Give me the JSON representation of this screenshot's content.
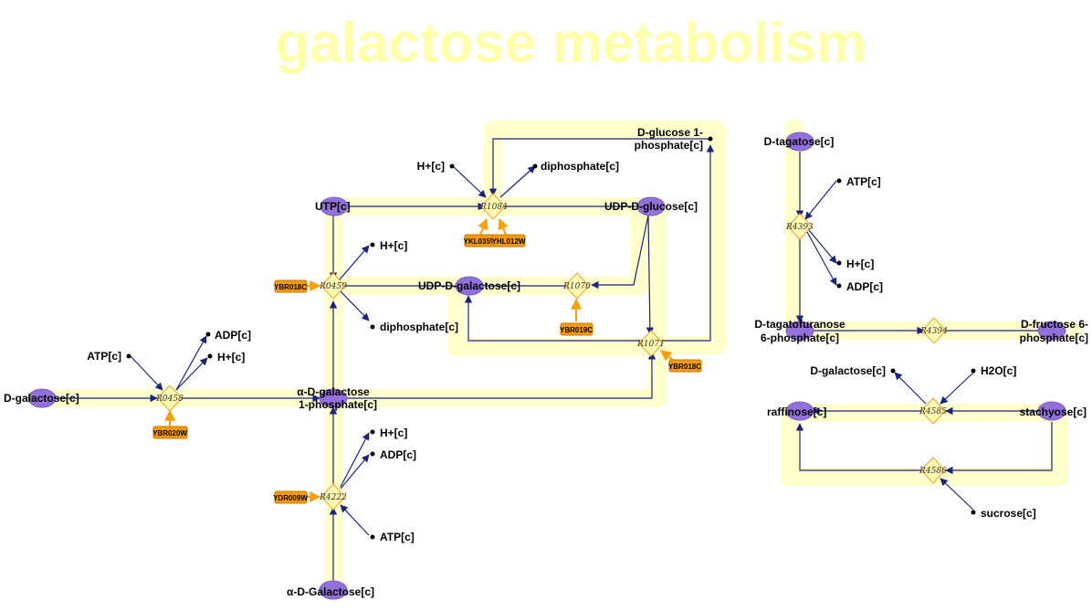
{
  "title": "galactose metabolism",
  "colors": {
    "title": "#ffffaa",
    "band": "#ffffcc",
    "edge": "#1a237e",
    "metabolite": "#9370db",
    "reaction_fill": "#fffbb0",
    "reaction_stroke": "#f0a030",
    "gene": "#f59a00",
    "gene_edge": "#ff9e00"
  },
  "labels": {
    "glucose1p": "D-glucose 1-phosphate[c]",
    "glucose1p_l1": "D-glucose 1-",
    "glucose1p_l2": "phosphate[c]",
    "h_r1084": "H+[c]",
    "ppi_r1084": "diphosphate[c]",
    "utp": "UTP[c]",
    "udpglc": "UDP-D-glucose[c]",
    "h_r0459": "H+[c]",
    "udpgal": "UDP-D-galactose[c]",
    "ppi_r0459": "diphosphate[c]",
    "atp_r0458": "ATP[c]",
    "adp_r0458": "ADP[c]",
    "h_r0458": "H+[c]",
    "dgal": "D-galactose[c]",
    "gal1p_l1": "α-D-galactose",
    "gal1p_l2": "1-phosphate[c]",
    "h_r4222": "H+[c]",
    "adp_r4222": "ADP[c]",
    "atp_r4222": "ATP[c]",
    "agal": "α-D-Galactose[c]",
    "tagatose": "D-tagatose[c]",
    "atp_r4393": "ATP[c]",
    "h_r4393": "H+[c]",
    "adp_r4393": "ADP[c]",
    "tag6p_l1": "D-tagatofuranose",
    "tag6p_l2": "6-phosphate[c]",
    "fru6p_l1": "D-fructose 6-",
    "fru6p_l2": "phosphate[c]",
    "dgal_r4585": "D-galactose[c]",
    "h2o": "H2O[c]",
    "raffinose": "raffinose[c]",
    "stachyose": "stachyose[c]",
    "sucrose": "sucrose[c]"
  },
  "reactions": {
    "r1084": "R1084",
    "r0459": "R0459",
    "r1070": "R1070",
    "r1071": "R1071",
    "r0458": "R0458",
    "r4222": "R4222",
    "r4393": "R4393",
    "r4394": "R4394",
    "r4585": "R4585",
    "r4586": "R4586"
  },
  "genes": {
    "ykl035w": "YKL035W",
    "yhl012w": "YHL012W",
    "ybr018c_a": "YBR018C",
    "ybr019c": "YBR019C",
    "ybr018c_b": "YBR018C",
    "ybr020w": "YBR020W",
    "ydr009w": "YDR009W"
  }
}
